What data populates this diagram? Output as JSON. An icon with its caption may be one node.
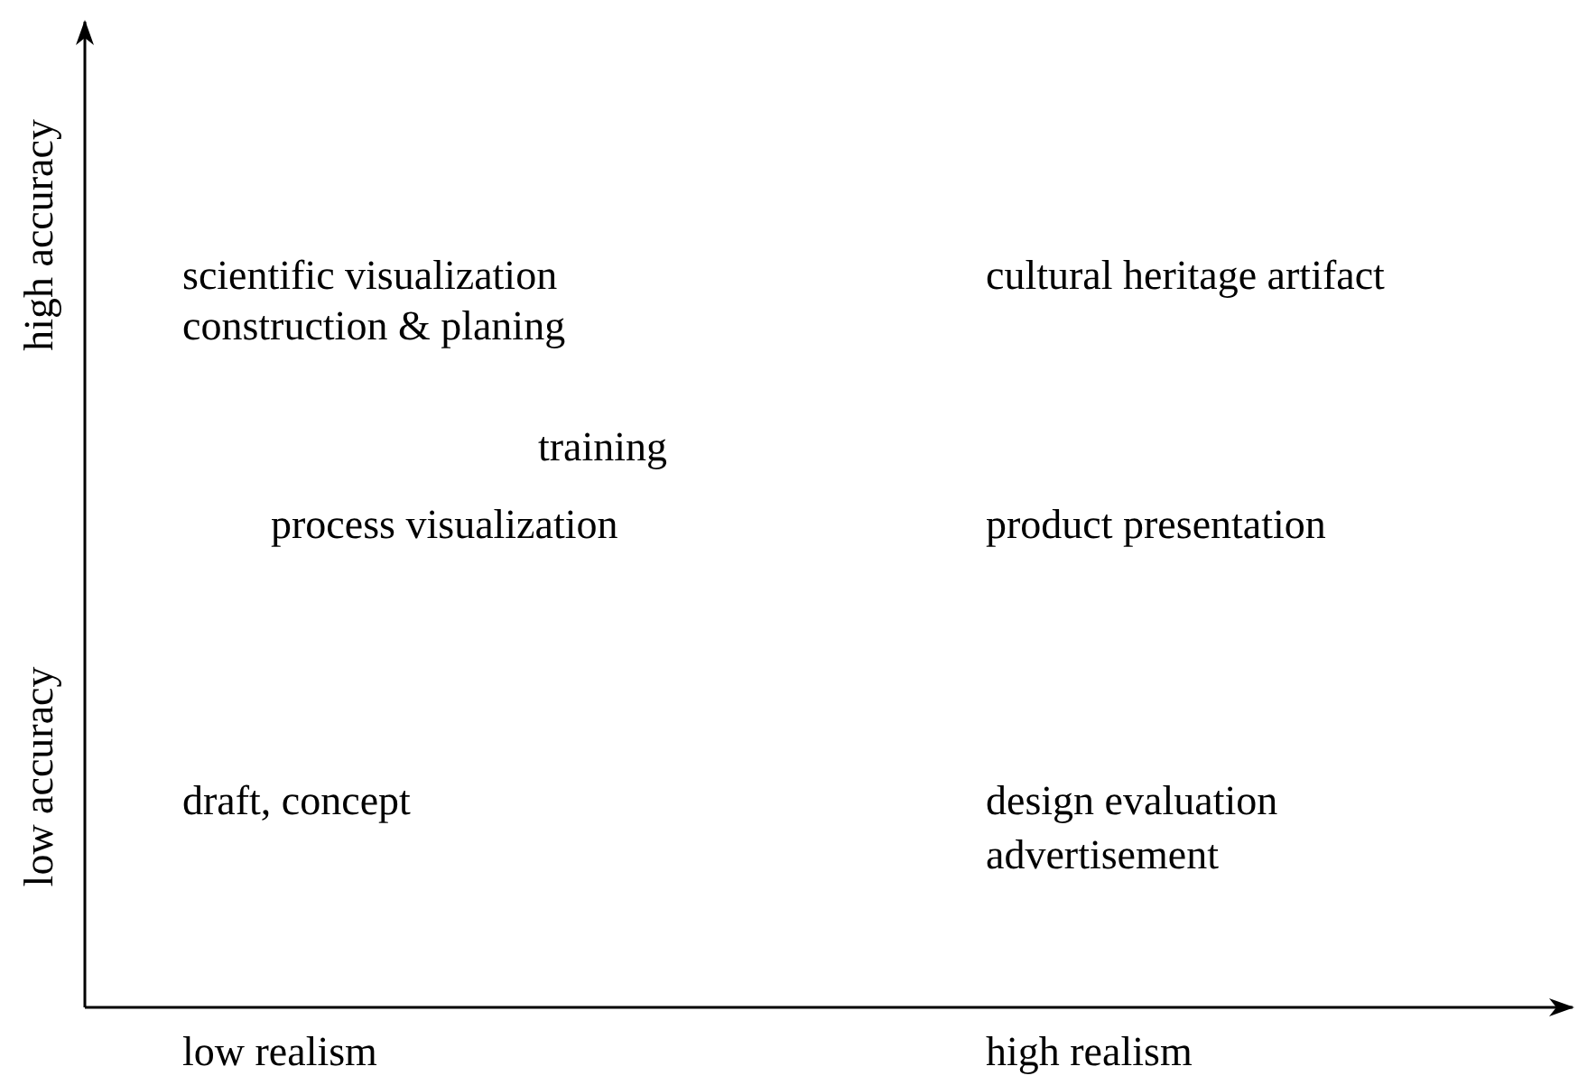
{
  "diagram": {
    "labels": [
      "high accuracy",
      "scientific visualization",
      "cultural heritage artifact",
      "construction & planing",
      "training",
      "process visualization",
      "product presentation",
      "low accuracy",
      "draft, concept",
      "design evaluation",
      "advertisement",
      "low realism",
      "high realism"
    ]
  }
}
